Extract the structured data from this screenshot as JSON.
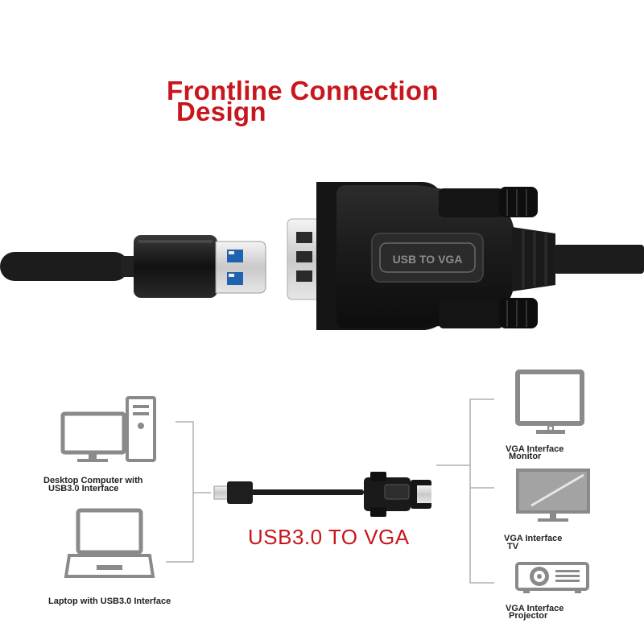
{
  "title": {
    "line1": "Frontline Connection",
    "line2": "Design"
  },
  "adapter_label": "USB TO VGA",
  "cable_label": "USB3.0 TO  VGA",
  "left_devices": [
    {
      "name": "desktop",
      "label_line1": "Desktop Computer with",
      "label_line2": "USB3.0 Interface"
    },
    {
      "name": "laptop",
      "label_line1": "Laptop with USB3.0 Interface"
    }
  ],
  "right_devices": [
    {
      "name": "monitor",
      "label_line1": "VGA Interface",
      "label_line2": "Monitor"
    },
    {
      "name": "tv",
      "label_line1": "VGA Interface",
      "label_line2": "TV"
    },
    {
      "name": "projector",
      "label_line1": "VGA Interface",
      "label_line2": "Projector"
    }
  ],
  "colors": {
    "title": "#c8161d",
    "cable": "#1c1c1c",
    "icon": "#8a8a8a",
    "connector_line": "#b0b0b0"
  }
}
